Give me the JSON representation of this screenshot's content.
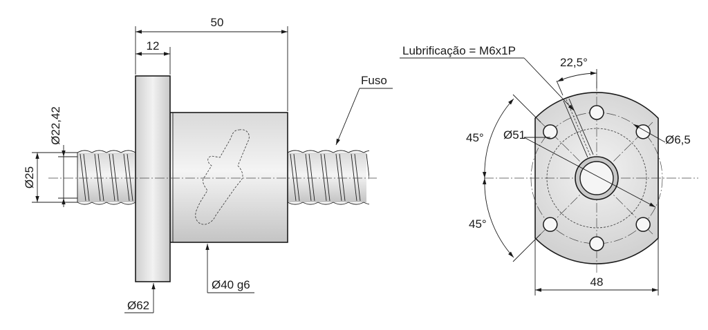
{
  "side_view": {
    "total_length": "50",
    "flange_width": "12",
    "thread_dia": "Ø22,42",
    "screw_dia": "Ø25",
    "label_fuso": "Fuso",
    "flange_dia": "Ø62",
    "body_dia": "Ø40 g6"
  },
  "front_view": {
    "lubrication": "Lubrificação = M6x1P",
    "angle_hole": "22,5°",
    "angle_top": "45°",
    "angle_bottom": "45°",
    "bolt_circle": "Ø51",
    "hole_dia": "Ø6,5",
    "width": "48"
  },
  "colors": {
    "line": "#1a1a1a",
    "shade": "#c8c8c8",
    "background": "#ffffff"
  }
}
